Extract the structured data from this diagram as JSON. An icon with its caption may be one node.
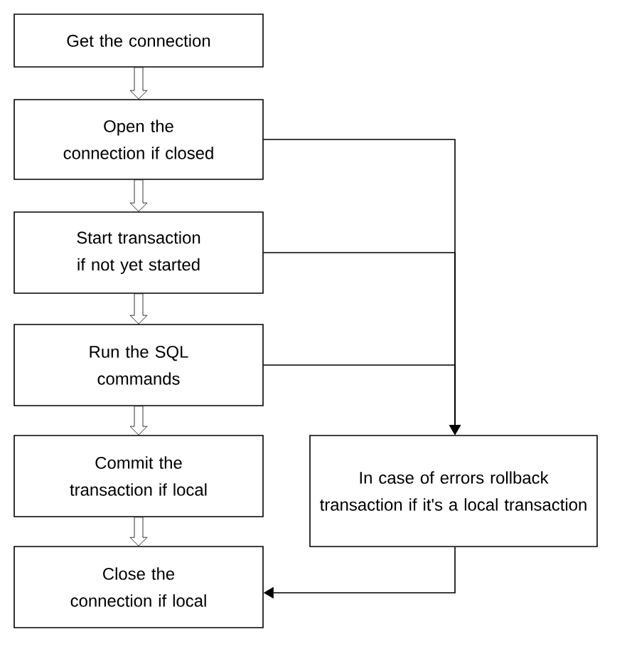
{
  "diagram": {
    "nodes": [
      {
        "text": [
          "Get the connection"
        ]
      },
      {
        "text": [
          "Open the connection if closed"
        ]
      },
      {
        "text": [
          "Start transaction if not yet started"
        ]
      },
      {
        "text": [
          "Run the SQL commands"
        ]
      },
      {
        "text": [
          "Commit the transaction if local"
        ]
      },
      {
        "text": [
          "Close the connection if local"
        ]
      },
      {
        "text": [
          "In case of errors rollback transaction if it's a local transaction"
        ]
      }
    ],
    "edges": [
      {
        "from": 0,
        "to": 1,
        "arrow": "to"
      },
      {
        "from": 1,
        "to": 2,
        "arrow": "to"
      },
      {
        "from": 2,
        "to": 3,
        "arrow": "to"
      },
      {
        "from": 3,
        "to": 4,
        "arrow": "to"
      },
      {
        "from": 4,
        "to": 5,
        "arrow": "to"
      },
      {
        "from": 1,
        "to": 6,
        "arrow": "to"
      },
      {
        "from": 2,
        "to": 6,
        "arrow": "to"
      },
      {
        "from": 3,
        "to": 6,
        "arrow": "to"
      },
      {
        "from": 6,
        "to": 5,
        "arrow": "to"
      }
    ]
  }
}
